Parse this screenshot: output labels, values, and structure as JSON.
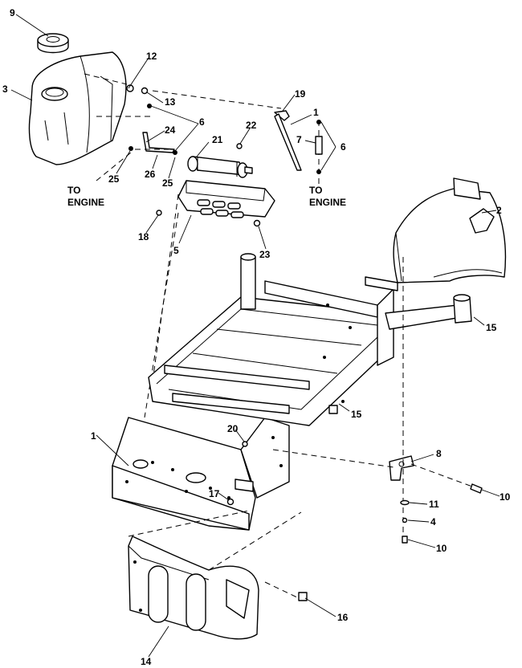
{
  "callouts": [
    "9",
    "3",
    "12",
    "13",
    "19",
    "1",
    "6",
    "7",
    "6",
    "22",
    "24",
    "21",
    "26",
    "25",
    "25",
    "18",
    "5",
    "23",
    "2",
    "15",
    "15",
    "1",
    "20",
    "8",
    "10",
    "11",
    "4",
    "10",
    "17",
    "14",
    "16"
  ],
  "notes": [
    "TO",
    "ENGINE",
    "TO",
    "ENGINE"
  ]
}
